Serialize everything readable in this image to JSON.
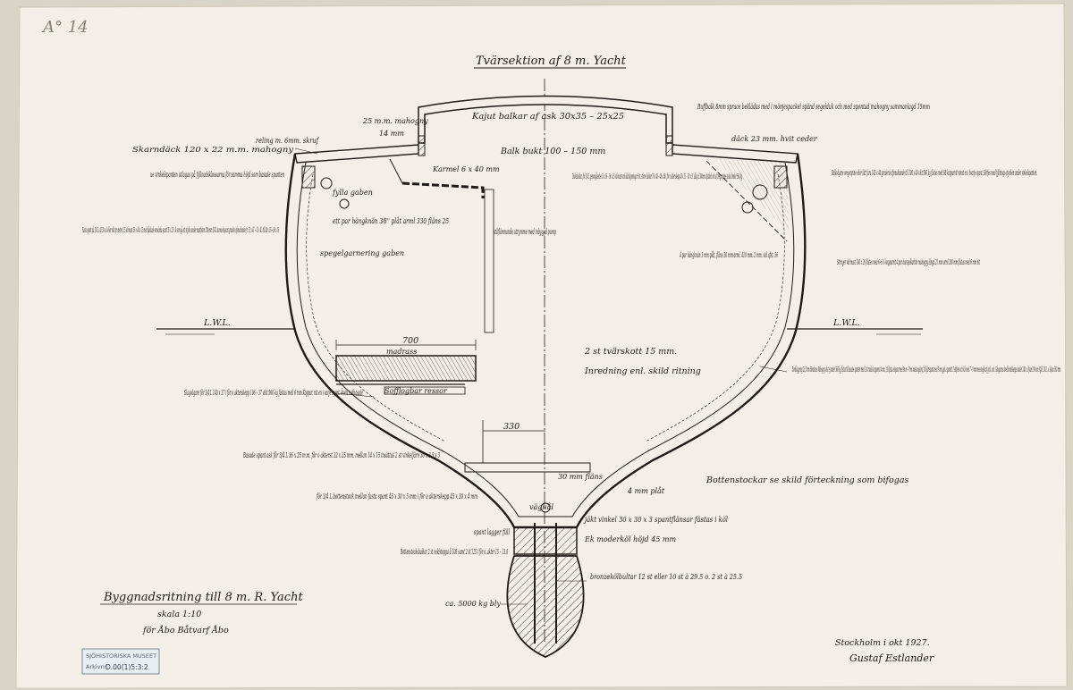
{
  "sheet_number": "A° 14",
  "title": "Tvärsektion af 8 m. Yacht",
  "stamp": {
    "line1": "SJÖHISTORISKA MUSEET",
    "line2": "Arkivnr",
    "number": "D.00(1)5:3:2"
  },
  "labels": {
    "roof_beam": "Ruffbalk 8mm spruce beklädas med i mönjespackel spänd segelduk och med spontad mahogny sammanlagd 15mm",
    "cabin_beams": "Kajut balkar af ask 30x35 – 25x25",
    "mahogany_25": "25 m.m. mahogny",
    "dim_14": "14 mm",
    "deck_cedar": "däck 23 mm. hvit ceder",
    "beam_camber": "Balk bukt 100 – 150 mm",
    "rail": "reling m. 6mm. skruf",
    "sheer_strake": "Skarndäck 120 x 22 m.m. mahogny",
    "knee_note": "ue vinkelspanten utlagas på fyllnadsklossarna för samma höjd som basade spanten",
    "coaming": "Karmel 6 x 40 mm",
    "fill_hull": "fylla gaben",
    "hanging_knee": "ett par hängknän 3⁄8'' plåt arml 330 fläns 25",
    "mirror": "spegelgarnering gaben",
    "standing": "ståflämnande utrymme med inbyggd pump",
    "deck_beams": "Däcksbalkar. för 3/4 L genomgående 61 x 36 – 36 x 35 vid mast och däcköppningar 6 st. större balkar 76 x 48 – 48 x 48 i för o akterskepp 43 x 31 – 30 x 31 alla på 300mm afstånd och af oregonpine siska bredor 560 kg",
    "clamp": "Balkvägare oregonpine eller lätt furu 145 x 40 graderis afsmalnande till 108 x 40 vikt 560 kg fästes med 6⁄8 kopparnit minst en i hvarje spant. Sörfes med fyllnings-stycken under vinkelspanten.",
    "frames_fixed": "Fasta spant på 3/4 L: 45.30 x 4 eller vikt pr meter 2.5 vid mast 56 x 44 x 15 med påsilade omvända spant 35 x 25 x 4 som gå ett stycke under mastfoten. Ytterom 3/4 L uoma ekspant gradvis afsmalnande fr. 51 x 41 – 41 x 41 till 40 x 36 – 36 x 36",
    "knees_pair": "4 par hängknän 3 mm plåt, fläns 30 mm arml. 410 mm. 2 mm. vid afst. 56",
    "stringer": "Stringer vid mast 100 x 29 fästes med 6–6 ⅛ kopparnit 4 par barspelkarbin mahogny längd 21 mm arml 200 mm fästas med 6 mm nit",
    "lwl_left": "L.W.L.",
    "lwl_right": "L.W.L.",
    "dim_700": "700",
    "mattress": "madrass",
    "berth_springs": "Sofflogbar ressor",
    "bulkheads": "2 st tvärskott 15 mm.",
    "interior": "Inredning enl. skild ritning",
    "planking": "Bordläggning 23,5 mm Honduras Mahogny vikt ej under 560 kg fästas till basade spanten med 2 st runda kopparnit 4 mm., till fasta ekspant med 9mm – 7mm mässingskruf, till järnspant med 9 mm galv. spannit. I stäfven och köl med 7 – 9 mm messingskruf gick. och. Gångarnas bredd midskepps under 240 o. öfvan 190 mm. Kjöl L.W.L. o. öfvan 180 mm",
    "floor_beam": "Slagvägare för 3/4 L 140 x 37 i för o akterskepp 106 – 37 vikt 560 kg fästas med 6 mm Koppar. nit en i varje spant. Även i akbasade",
    "dim_330": "330",
    "bent_frames": "Basade spant ask för 3/4 L 36 x 25 m.m. för o akterst 32 x 25 mm. mellan 14 x 15 insättas 2 st vinkeljärn 30 x 3 5 x 3",
    "floors_iron": "för 3/4 L bottenstock mellan fasta spant 45 x 30 x 5 mm i för o akterskepp 45 x 30 x 4 mm",
    "ceiling_30": "30 mm fläns",
    "plate_4": "4 mm plåt",
    "drain": "väghål",
    "frame_skeg": "spant lagger füll",
    "angle_iron": "jäkt vinkel 30 x 30 x 3 spantflänsar fästas i köl",
    "oak_keel": "Ek moderköl höjd 45 mm",
    "floors_note": "Bottenstockar se skild förteckning som bifogas",
    "floor_timbers": "Bottenstocksbalkar 2 st veldstoppa å 108 samt 2 st 125 i för o. akter 15 – 13.8",
    "keel_bolts": "bronzekölbultar 12 st eller 10 st à 29.5 o. 2 st à 25.5",
    "lead_keel": "ca. 5000 kg bly",
    "drawing_title": "Byggnadsritning till 8 m. R. Yacht",
    "scale": "skala 1:10",
    "client": "för Åbo Båtvarf Åbo",
    "place_date": "Stockholm i okt 1927.",
    "signature": "Gustaf Estlander"
  },
  "colors": {
    "paper": "#f3efe6",
    "ink": "#1f1b17",
    "backing": "#d9d4c8"
  }
}
